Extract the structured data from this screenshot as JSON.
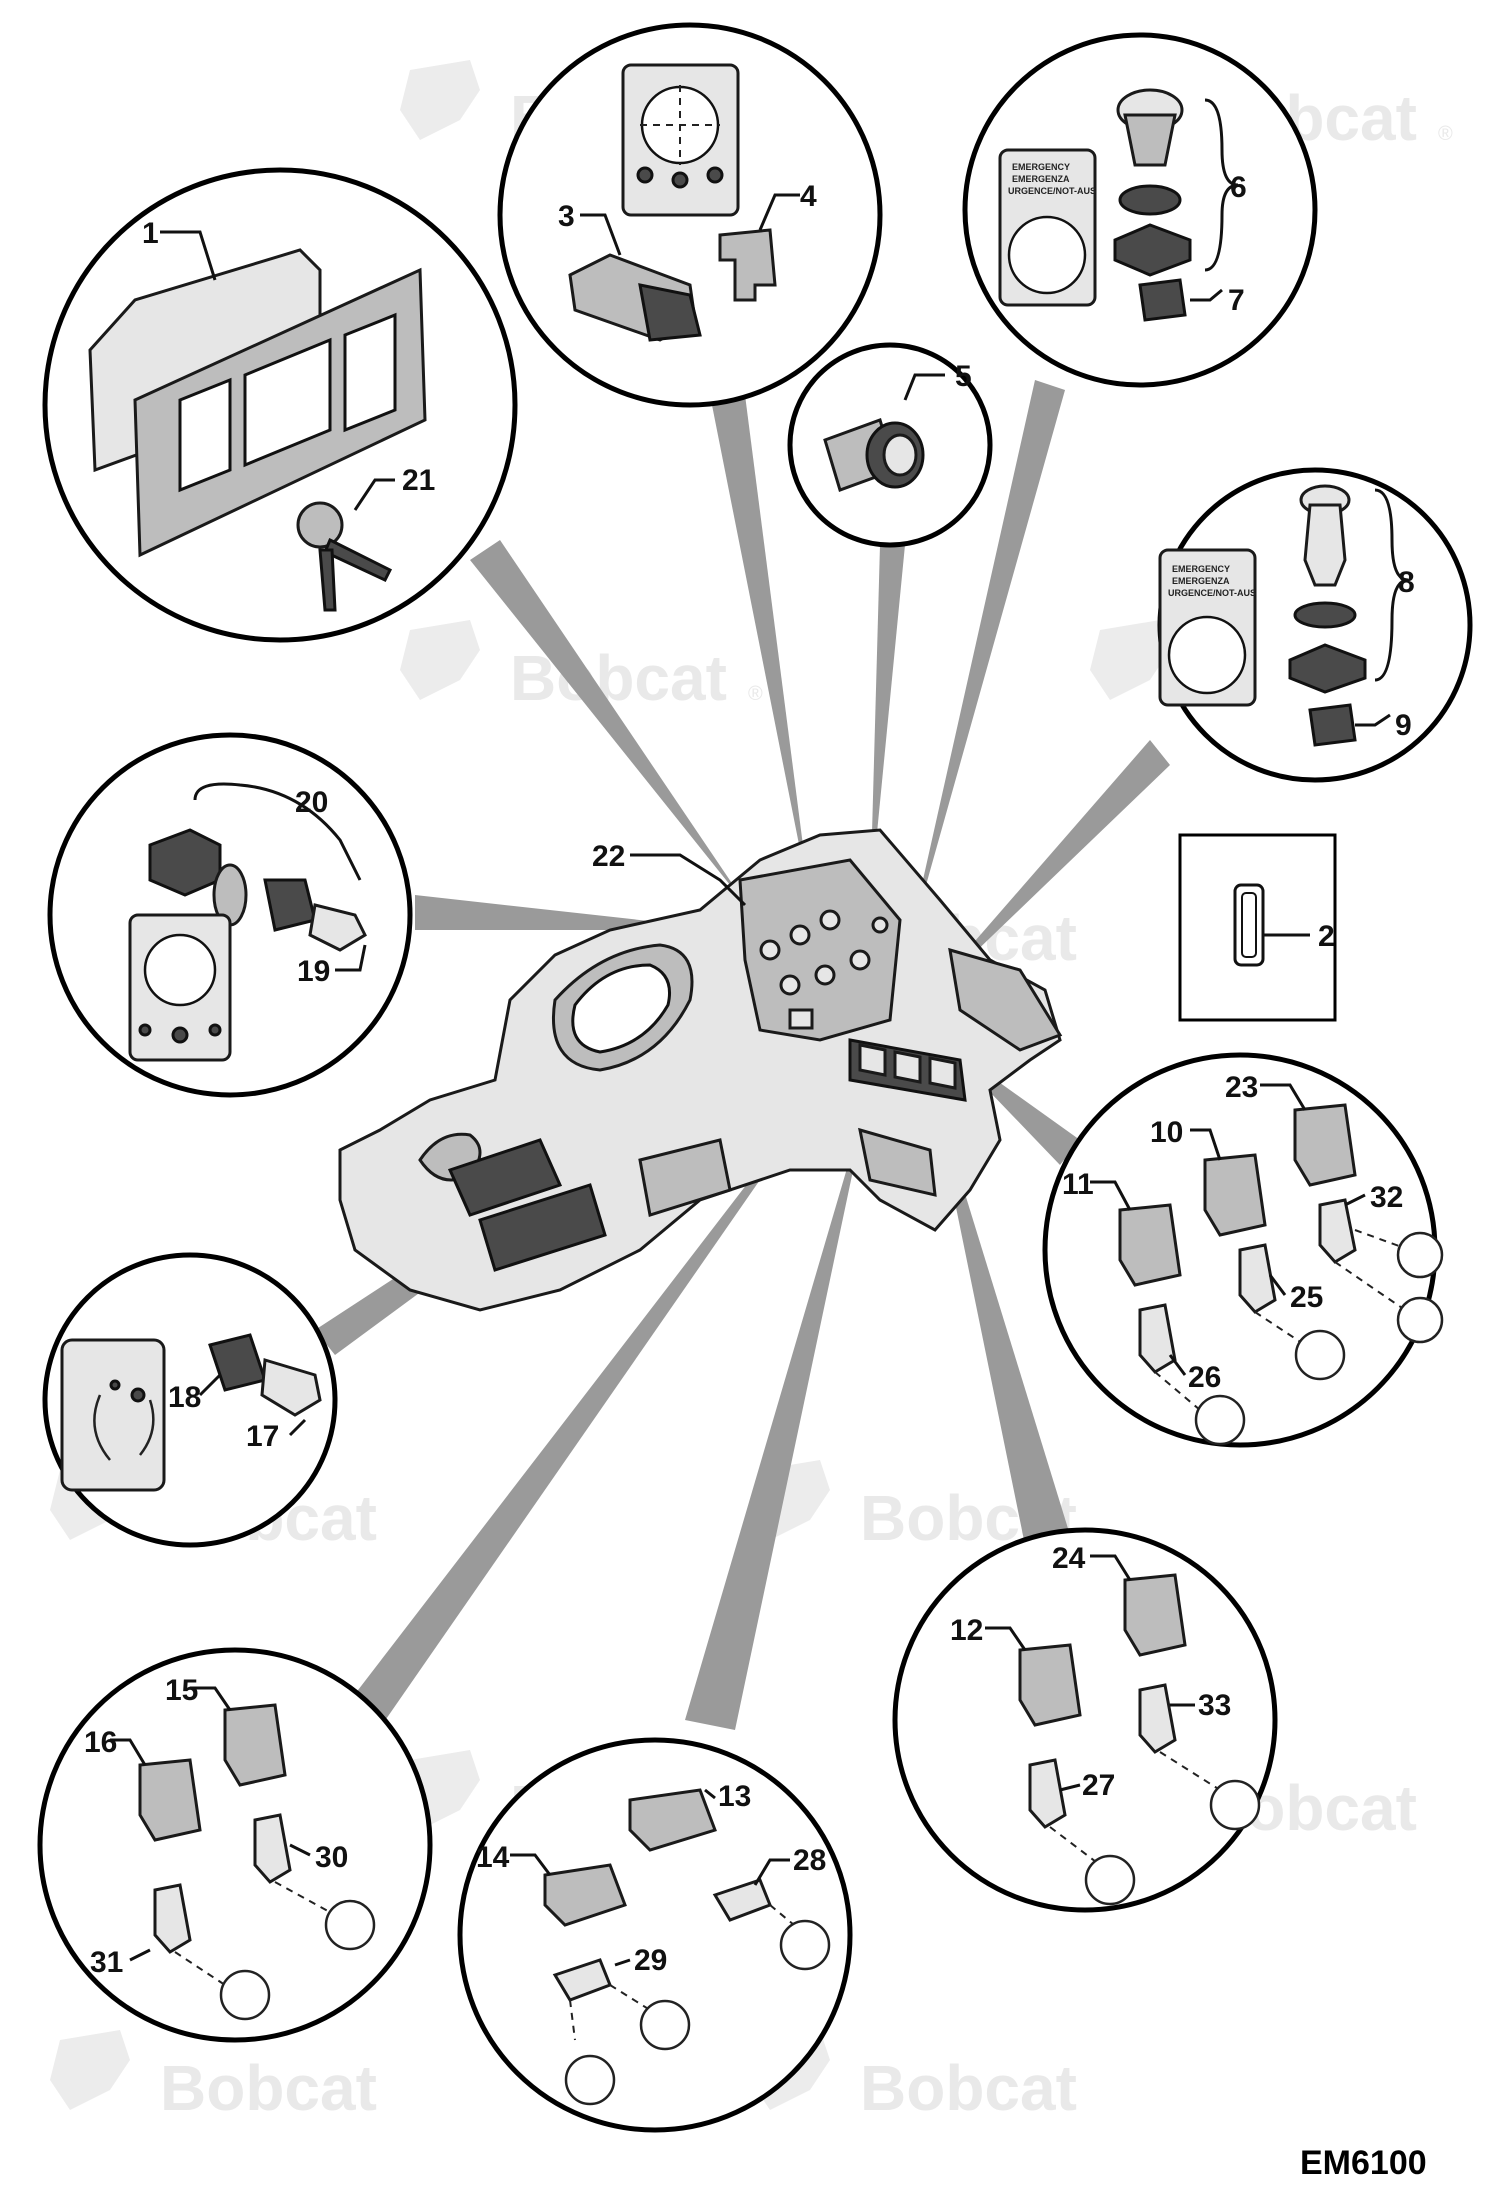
{
  "watermark": {
    "text": "Bobcat",
    "registered": "®"
  },
  "figure_code": "EM6100",
  "callouts": {
    "c1": "1",
    "c2": "2",
    "c3": "3",
    "c4": "4",
    "c5": "5",
    "c6": "6",
    "c7": "7",
    "c8": "8",
    "c9": "9",
    "c10": "10",
    "c11": "11",
    "c12": "12",
    "c13": "13",
    "c14": "14",
    "c15": "15",
    "c16": "16",
    "c17": "17",
    "c18": "18",
    "c19": "19",
    "c20": "20",
    "c21": "21",
    "c22": "22",
    "c23": "23",
    "c24": "24",
    "c25": "25",
    "c26": "26",
    "c27": "27",
    "c28": "28",
    "c29": "29",
    "c30": "30",
    "c31": "31",
    "c32": "32",
    "c33": "33"
  },
  "labels": {
    "emergency_a": [
      "EMERGENCY",
      "EMERGENZA",
      "URGENCE/NOT-AUS"
    ],
    "emergency_b": [
      "EMERGENCY",
      "EMERGENZA",
      "URGENCE/NOT-AUS"
    ]
  },
  "colors": {
    "beam": "#9a9a9a",
    "outline": "#000000",
    "part": "#bdbdbd"
  }
}
